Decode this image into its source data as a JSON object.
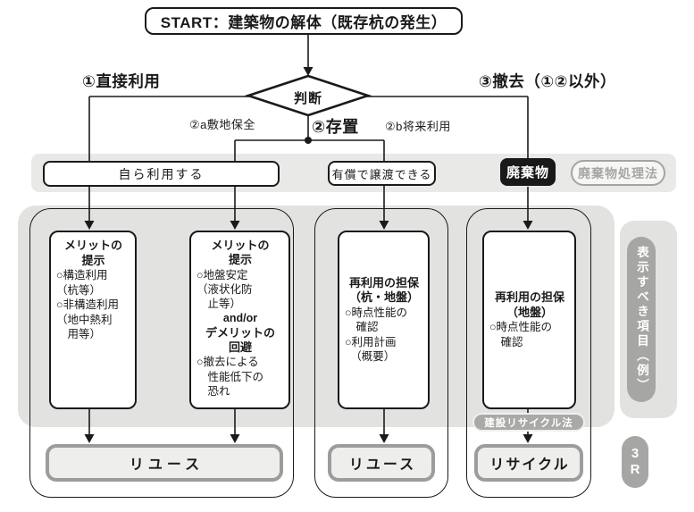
{
  "colors": {
    "black": "#1a1a1a",
    "band_gray": "#e9e9e7",
    "panel_gray": "#e2e2e0",
    "pill_gray": "#a6a6a4",
    "outcome_border_gray": "#9c9c9a"
  },
  "header": {
    "start_label": "START：建築物の解体（既存杭の発生）",
    "decision_label": "判断"
  },
  "branches": {
    "direct_use": "①直接利用",
    "preserve": "②存置",
    "preserve_site": "②a敷地保全",
    "preserve_future": "②b将来利用",
    "removal": "③撤去（①②以外）"
  },
  "band": {
    "self_use": "自ら利用する",
    "transfer": "有償で譲渡できる",
    "waste": "廃棄物",
    "waste_law_badge": "廃棄物処理法"
  },
  "containers": [
    {
      "outcome": "リユース",
      "boxes": [
        {
          "title": "メリットの\n提示",
          "body": "○構造利用\n（杭等）\n○非構造利用\n（地中熱利\n　用等）"
        },
        {
          "title": "メリットの\n提示",
          "body": "○地盤安定\n（液状化防\n　止等）",
          "connector": "and/or",
          "title2": "デメリットの\n回避",
          "body2": "○撤去による\n　性能低下の\n　恐れ"
        }
      ]
    },
    {
      "outcome": "リユース",
      "boxes": [
        {
          "title": "再利用の担保\n（杭・地盤）",
          "body": "○時点性能の\n　確認\n○利用計画\n　（概要）"
        }
      ]
    },
    {
      "outcome": "リサイクル",
      "law_badge": "建設リサイクル法",
      "boxes": [
        {
          "title": "再利用の担保\n（地盤）",
          "body": "○時点性能の\n　確認"
        }
      ]
    }
  ],
  "sidebar": {
    "display_items": "表示すべき項目（例）",
    "three_r": "3R"
  }
}
